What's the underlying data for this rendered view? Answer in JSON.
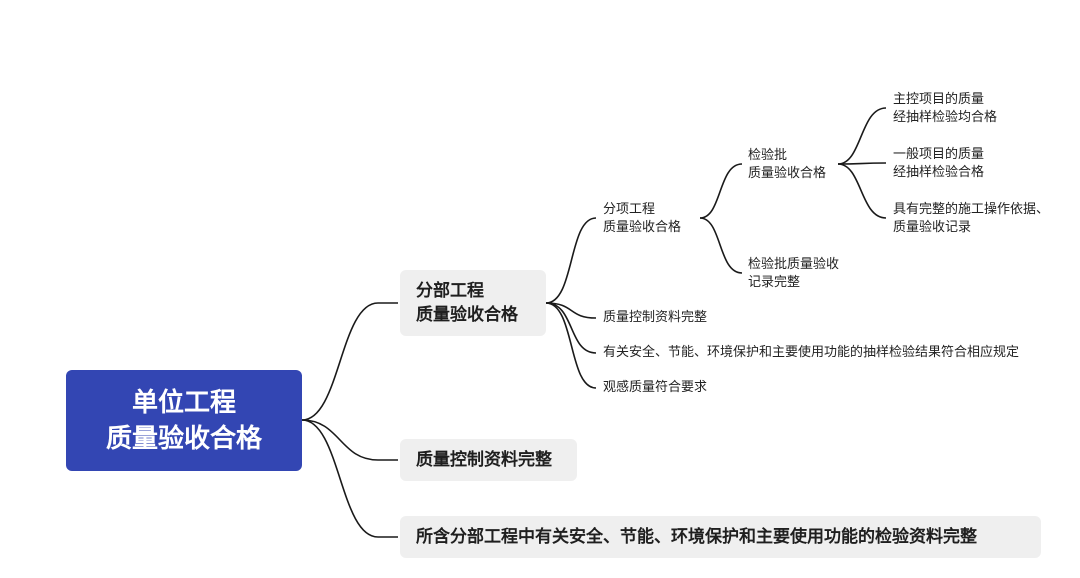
{
  "root": {
    "text": "单位工程\n质量验收合格"
  },
  "branches": {
    "fenbu": {
      "text": "分部工程\n质量验收合格"
    },
    "ziliao": {
      "text": "质量控制资料完整"
    },
    "jianyan": {
      "text": "所含分部工程中有关安全、节能、环境保护和主要使用功能的检验资料完整"
    }
  },
  "fenbu_children": {
    "fenxiang": {
      "text": "分项工程\n质量验收合格"
    },
    "ziliao": {
      "text": "质量控制资料完整"
    },
    "chouyang": {
      "text": "有关安全、节能、环境保护和主要使用功能的抽样检验结果符合相应规定"
    },
    "guangan": {
      "text": "观感质量符合要求"
    }
  },
  "fenxiang_children": {
    "jianyanpi": {
      "text": "检验批\n质量验收合格"
    },
    "jilu": {
      "text": "检验批质量验收\n记录完整"
    }
  },
  "jianyanpi_children": {
    "zhukong": {
      "text": "主控项目的质量\n经抽样检验均合格"
    },
    "yiban": {
      "text": "一般项目的质量\n经抽样检验合格"
    },
    "yiju": {
      "text": "具有完整的施工操作依据、\n质量验收记录"
    }
  }
}
